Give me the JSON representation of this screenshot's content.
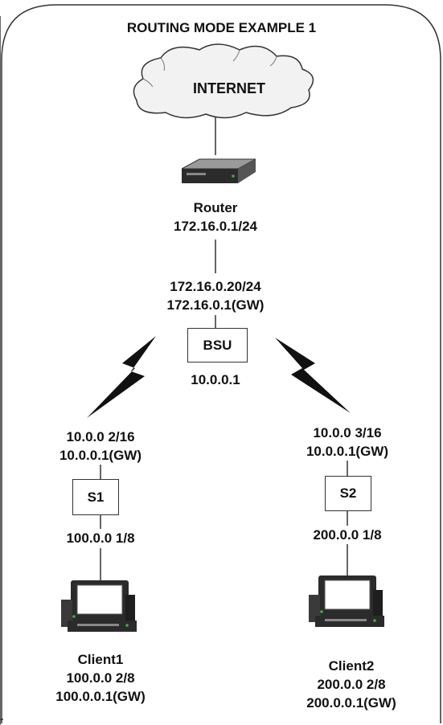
{
  "title": "ROUTING MODE EXAMPLE 1",
  "internet": {
    "label": "INTERNET"
  },
  "router": {
    "name": "Router",
    "ip": "172.16.0.1/24"
  },
  "bsu": {
    "label": "BSU",
    "wan_ip": "172.16.0.20/24",
    "wan_gw": "172.16.0.1(GW)",
    "lan_ip": "10.0.0.1"
  },
  "s1": {
    "label": "S1",
    "wan_ip": "10.0.0 2/16",
    "wan_gw": "10.0.0.1(GW)",
    "lan_ip": "100.0.0 1/8"
  },
  "s2": {
    "label": "S2",
    "wan_ip": "10.0.0 3/16",
    "wan_gw": "10.0.0.1(GW)",
    "lan_ip": "200.0.0 1/8"
  },
  "client1": {
    "name": "Client1",
    "ip": "100.0.0 2/8",
    "gw": "100.0.0.1(GW)"
  },
  "client2": {
    "name": "Client2",
    "ip": "200.0.0 2/8",
    "gw": "200.0.0.1(GW)"
  },
  "colors": {
    "stroke": "#333333",
    "text": "#111111",
    "cloud_fill": "#f2f2f2",
    "device_dark": "#2b2b2b",
    "device_light": "#9a9a9a",
    "led": "#3cb043"
  }
}
